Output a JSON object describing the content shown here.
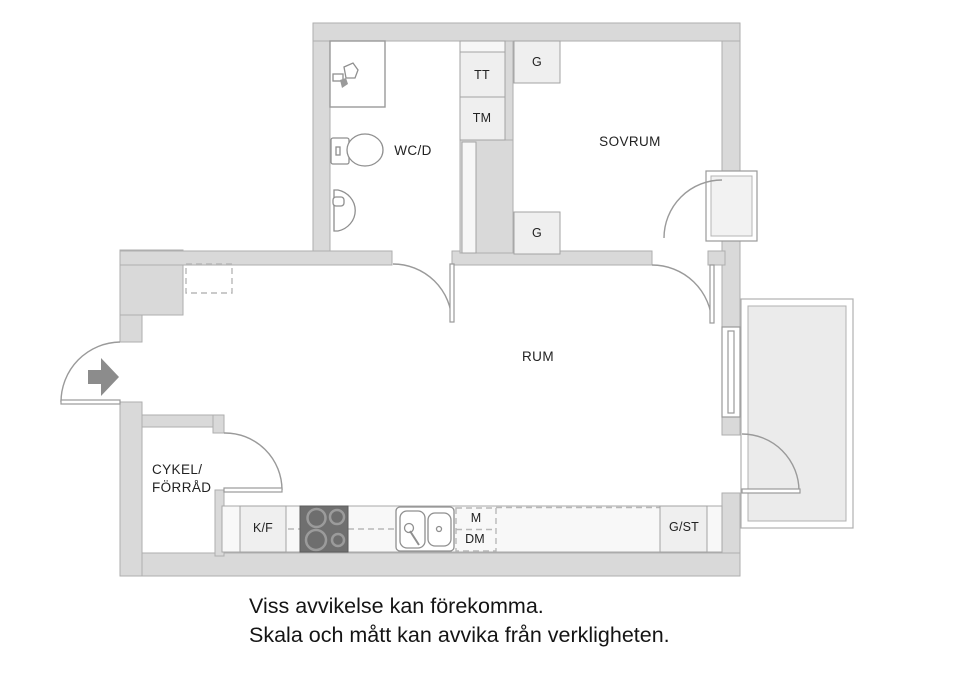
{
  "floor_plan": {
    "room_labels": {
      "wcd": "WC/D",
      "sovrum": "SOVRUM",
      "rum": "RUM",
      "storage_line1": "CYKEL/",
      "storage_line2": "FÖRRÅD"
    },
    "fixture_labels": {
      "towel_dryer": "TT",
      "washing_machine": "TM",
      "wardrobe_top": "G",
      "wardrobe_bottom": "G",
      "fridge_freezer": "K/F",
      "micro": "M",
      "dishwasher": "DM",
      "wardrobe_cleaning": "G/ST"
    },
    "icons": {
      "entrance": "entrance-arrow-icon",
      "shower": "shower-head-icon",
      "toilet": "toilet-icon",
      "washbasin": "washbasin-icon",
      "stove": "stove-burners-icon",
      "kitchen_sink": "double-sink-icon"
    }
  },
  "caption": {
    "line1": "Viss avvikelse kan förekomma.",
    "line2": "Skala och mått kan avvika från verkligheten."
  },
  "colors": {
    "wall_fill": "#d9d9d9",
    "wall_stroke": "#aeaeae",
    "line": "#9a9a9a",
    "dash": "#b8b8b8",
    "stove_fill": "#6f6f6f",
    "burner_stroke": "#9b9b9b",
    "arrow": "#8c8c8c",
    "cabinet_fill": "#efefef",
    "counter_fill": "#f8f8f8",
    "balcony_fill": "#ebebeb",
    "text": "#222222",
    "caption": "#141414"
  }
}
